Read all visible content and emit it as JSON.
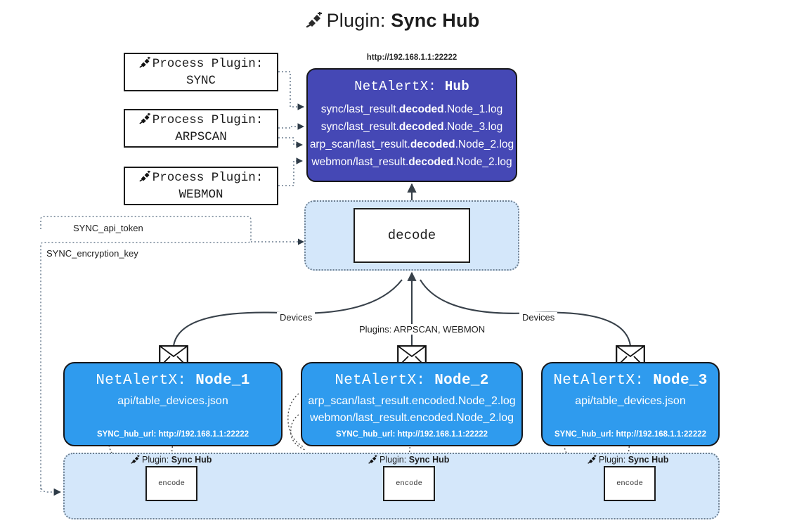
{
  "title": {
    "icon": "plug-icon",
    "prefix": "Plugin:",
    "name": "Sync Hub"
  },
  "process_plugins": [
    {
      "line1": "Process Plugin:",
      "line2": "SYNC"
    },
    {
      "line1": "Process Plugin:",
      "line2": "ARPSCAN"
    },
    {
      "line1": "Process Plugin:",
      "line2": "WEBMON"
    }
  ],
  "hub": {
    "url": "http://192.168.1.1:22222",
    "header_prefix": "NetAlertX:",
    "header_name": "Hub",
    "rows": [
      {
        "pre": "sync/last_result.",
        "bold": "decoded",
        "post": ".Node_1.log"
      },
      {
        "pre": "sync/last_result.",
        "bold": "decoded",
        "post": ".Node_3.log"
      },
      {
        "pre": "arp_scan/last_result.",
        "bold": "decoded",
        "post": ".Node_2.log"
      },
      {
        "pre": "webmon/last_result.",
        "bold": "decoded",
        "post": ".Node_2.log"
      }
    ]
  },
  "decode": {
    "label": "decode"
  },
  "secrets": [
    {
      "label": "SYNC_api_token"
    },
    {
      "label": "SYNC_encryption_key"
    }
  ],
  "edge_labels": {
    "devices_left": "Devices",
    "devices_right": "Devices",
    "plugins_center": "Plugins: ARPSCAN, WEBMON"
  },
  "nodes": [
    {
      "header_prefix": "NetAlertX:",
      "header_name": "Node_1",
      "lines": [
        "api/table_devices.json"
      ],
      "hub_url": "SYNC_hub_url: http://192.168.1.1:22222",
      "envelope_icon": "envelope-icon"
    },
    {
      "header_prefix": "NetAlertX:",
      "header_name": "Node_2",
      "lines": [
        "arp_scan/last_result.encoded.Node_2.log",
        "webmon/last_result.encoded.Node_2.log"
      ],
      "hub_url": "SYNC_hub_url: http://192.168.1.1:22222",
      "envelope_icon": "envelope-icon"
    },
    {
      "header_prefix": "NetAlertX:",
      "header_name": "Node_3",
      "lines": [
        "api/table_devices.json"
      ],
      "hub_url": "SYNC_hub_url: http://192.168.1.1:22222",
      "envelope_icon": "envelope-icon"
    }
  ],
  "band": {
    "plugin_labels": [
      {
        "icon": "plug-icon",
        "prefix": "Plugin:",
        "name": "Sync Hub"
      },
      {
        "icon": "plug-icon",
        "prefix": "Plugin:",
        "name": "Sync Hub"
      },
      {
        "icon": "plug-icon",
        "prefix": "Plugin:",
        "name": "Sync Hub"
      }
    ],
    "encode_label_1": "encode",
    "encode_label_2": "encode",
    "encode_label_3": "encode"
  },
  "colors": {
    "hub_fill": "#4548b5",
    "node_fill": "#2f9bee",
    "container_fill": "#d4e7fa",
    "stroke": "#1c1c1c",
    "dotted_stroke": "#6d7f91"
  }
}
